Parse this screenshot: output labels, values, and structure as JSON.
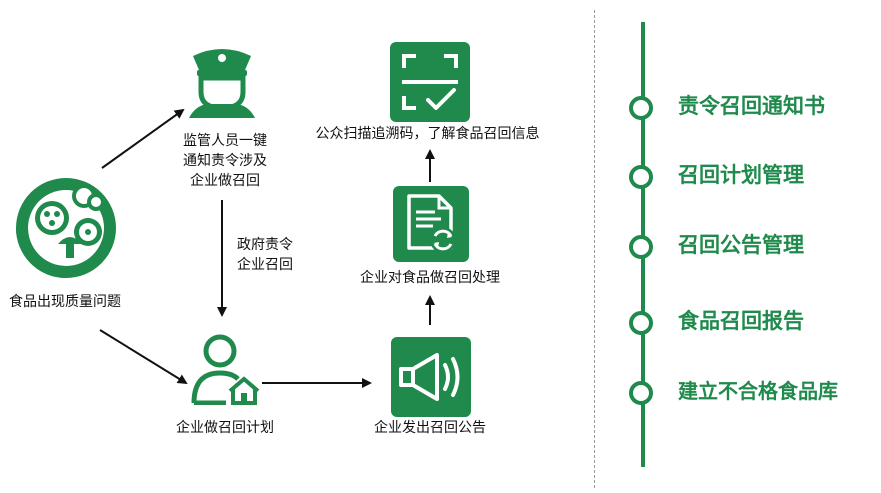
{
  "flow": {
    "food_problem": "食品出现质量问题",
    "supervisor": [
      "监管人员一键",
      "通知责令涉及",
      "企业做召回"
    ],
    "gov_order": [
      "政府责令",
      "企业召回"
    ],
    "recall_plan": "企业做召回计划",
    "recall_notice": "企业发出召回公告",
    "recall_handling": "企业对食品做召回处理",
    "public_scan": "公众扫描追溯码，了解食品召回信息"
  },
  "steps": [
    {
      "label": "责令召回通知书"
    },
    {
      "label": "召回计划管理"
    },
    {
      "label": "召回公告管理"
    },
    {
      "label": "食品召回报告"
    },
    {
      "label": "建立不合格食品库"
    }
  ],
  "colors": {
    "accent": "#1f8a4c",
    "text": "#111111",
    "divider": "#9a9a9a"
  },
  "icons": [
    "food-quality-icon",
    "police-officer-icon",
    "user-house-icon",
    "megaphone-icon",
    "document-recycle-icon",
    "scan-check-icon"
  ]
}
